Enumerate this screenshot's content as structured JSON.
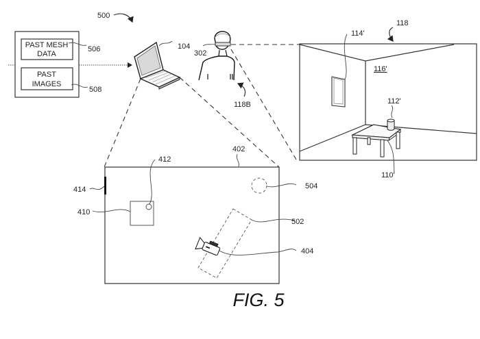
{
  "figure": {
    "caption": "FIG. 5",
    "system_ref": "500"
  },
  "storage": {
    "boxes": [
      {
        "label_line1": "PAST MESH",
        "label_line2": "DATA",
        "ref": "506"
      },
      {
        "label_line1": "PAST",
        "label_line2": "IMAGES",
        "ref": "508"
      }
    ]
  },
  "devices": {
    "laptop_ref": "104",
    "headset_ref": "302",
    "user_ref": "118B"
  },
  "room": {
    "ref": "118",
    "window_ref": "114'",
    "wall_ref": "116'",
    "cup_ref": "112'",
    "table_ref": "110'"
  },
  "screen": {
    "ref": "402",
    "edge_marker_ref": "414",
    "square_ref": "410",
    "small_circle_ref": "412",
    "dashed_circle_ref": "504",
    "dashed_rect_ref": "502",
    "camera_ref": "404"
  }
}
